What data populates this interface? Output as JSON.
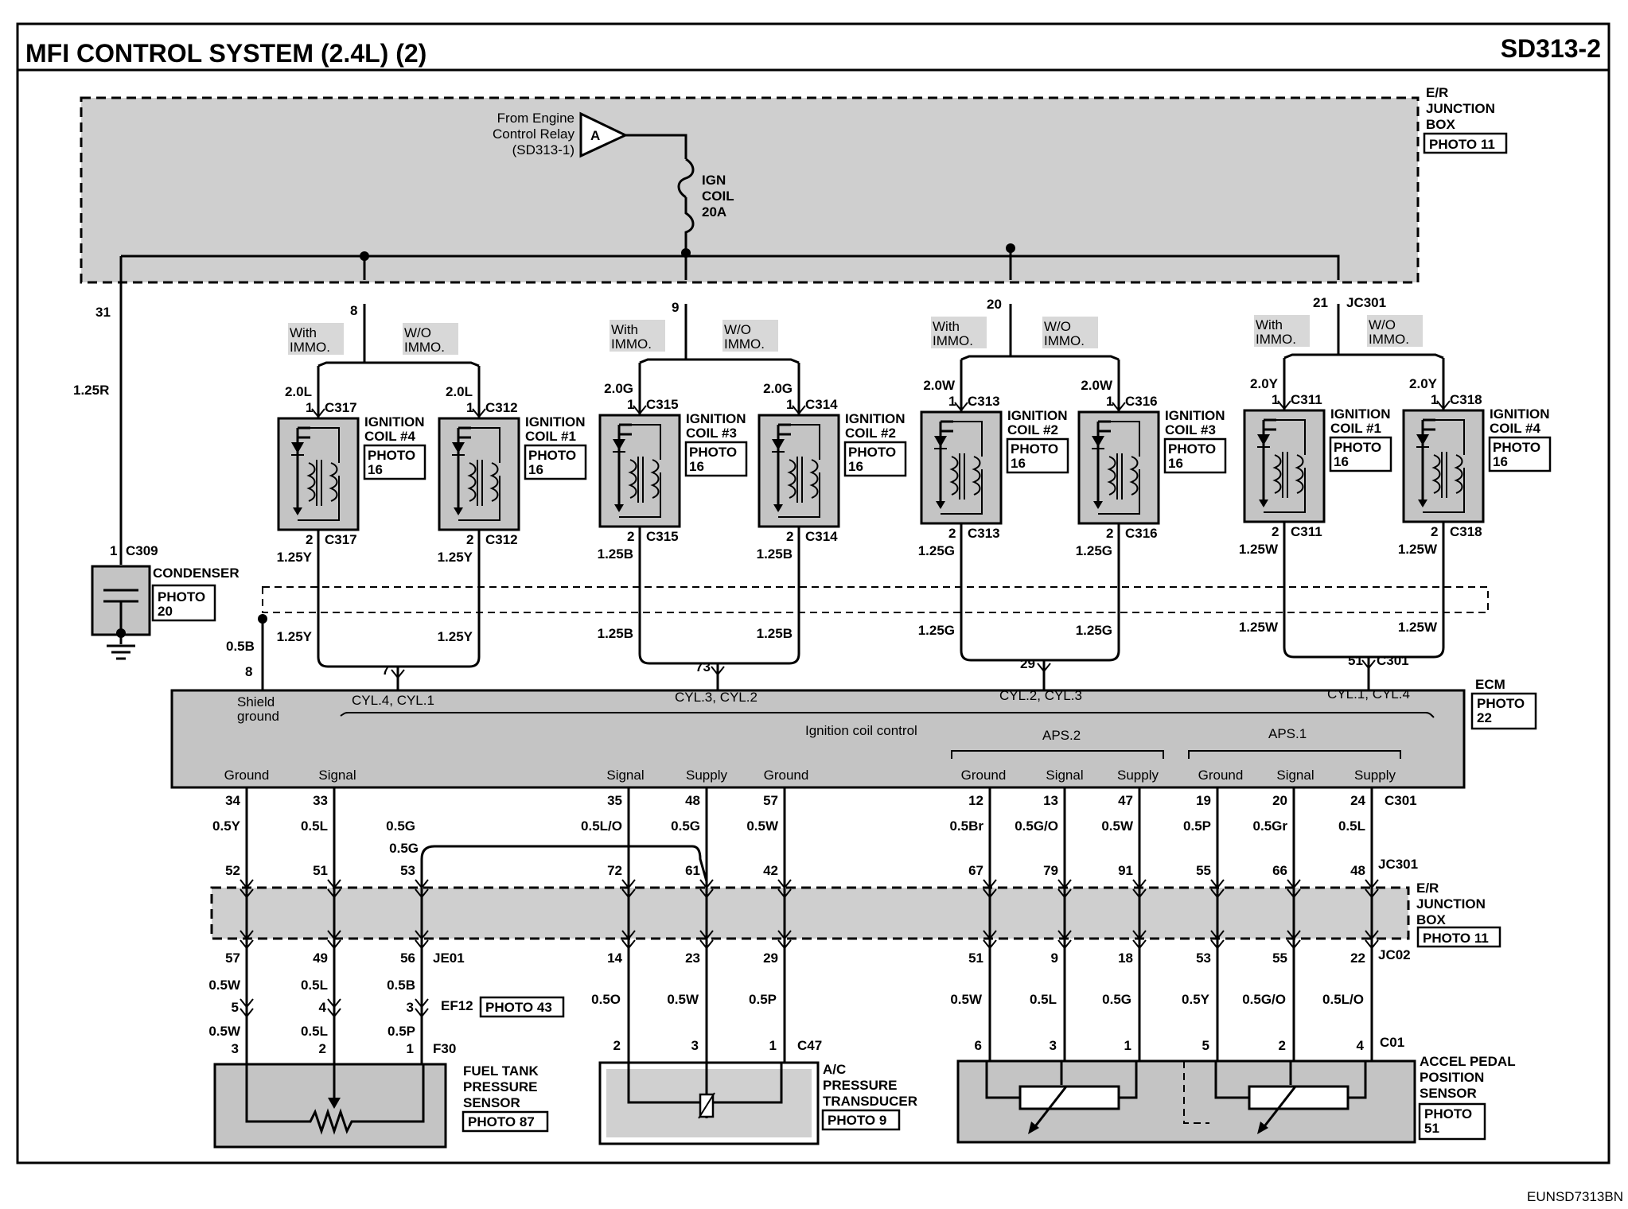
{
  "title": "MFI CONTROL SYSTEM (2.4L) (2)",
  "page_id": "SD313-2",
  "footer_code": "EUNSD7313BN",
  "junction_box_top": {
    "name": [
      "E/R",
      "JUNCTION",
      "BOX"
    ],
    "photo": "PHOTO 11"
  },
  "junction_box_mid": {
    "name": [
      "E/R",
      "JUNCTION",
      "BOX"
    ],
    "photo": "PHOTO 11"
  },
  "from_relay": {
    "lines": [
      "From Engine",
      "Control Relay",
      "(SD313-1)"
    ],
    "tag": "A"
  },
  "fuse": {
    "lines": [
      "IGN",
      "COIL",
      "20A"
    ]
  },
  "jb_pins": [
    "31",
    "8",
    "9",
    "20",
    "21"
  ],
  "jb_connector": "JC301",
  "wire_condenser": "1.25R",
  "condenser": {
    "pin": "1",
    "conn": "C309",
    "name": "CONDENSER",
    "photo": [
      "PHOTO",
      "20"
    ]
  },
  "immo_labels": {
    "with": [
      "With",
      "IMMO."
    ],
    "without": [
      "W/O",
      "IMMO."
    ]
  },
  "coils": [
    {
      "top_wire": "2.0L",
      "top_pin": "1",
      "conn": "C317",
      "name": [
        "IGNITION",
        "COIL #4"
      ],
      "photo": [
        "PHOTO",
        "16"
      ],
      "bot_pin": "2",
      "bot_wire": "1.25Y",
      "low_wire": "1.25Y"
    },
    {
      "top_wire": "2.0L",
      "top_pin": "1",
      "conn": "C312",
      "name": [
        "IGNITION",
        "COIL #1"
      ],
      "photo": [
        "PHOTO",
        "16"
      ],
      "bot_pin": "2",
      "bot_wire": "1.25Y",
      "low_wire": "1.25Y"
    },
    {
      "top_wire": "2.0G",
      "top_pin": "1",
      "conn": "C315",
      "name": [
        "IGNITION",
        "COIL #3"
      ],
      "photo": [
        "PHOTO",
        "16"
      ],
      "bot_pin": "2",
      "bot_wire": "1.25B",
      "low_wire": "1.25B"
    },
    {
      "top_wire": "2.0G",
      "top_pin": "1",
      "conn": "C314",
      "name": [
        "IGNITION",
        "COIL #2"
      ],
      "photo": [
        "PHOTO",
        "16"
      ],
      "bot_pin": "2",
      "bot_wire": "1.25B",
      "low_wire": "1.25B"
    },
    {
      "top_wire": "2.0W",
      "top_pin": "1",
      "conn": "C313",
      "name": [
        "IGNITION",
        "COIL #2"
      ],
      "photo": [
        "PHOTO",
        "16"
      ],
      "bot_pin": "2",
      "bot_wire": "1.25G",
      "low_wire": "1.25G"
    },
    {
      "top_wire": "2.0W",
      "top_pin": "1",
      "conn": "C316",
      "name": [
        "IGNITION",
        "COIL #3"
      ],
      "photo": [
        "PHOTO",
        "16"
      ],
      "bot_pin": "2",
      "bot_wire": "1.25G",
      "low_wire": "1.25G"
    },
    {
      "top_wire": "2.0Y",
      "top_pin": "1",
      "conn": "C311",
      "name": [
        "IGNITION",
        "COIL #1"
      ],
      "photo": [
        "PHOTO",
        "16"
      ],
      "bot_pin": "2",
      "bot_wire": "1.25W",
      "low_wire": "1.25W"
    },
    {
      "top_wire": "2.0Y",
      "top_pin": "1",
      "conn": "C318",
      "name": [
        "IGNITION",
        "COIL #4"
      ],
      "photo": [
        "PHOTO",
        "16"
      ],
      "bot_pin": "2",
      "bot_wire": "1.25W",
      "low_wire": "1.25W"
    }
  ],
  "shield": {
    "wire": "0.5B",
    "pin": "8",
    "label": [
      "Shield",
      "ground"
    ]
  },
  "ecm_top_pins": [
    "7",
    "73",
    "29",
    "51"
  ],
  "ecm_top_conn": "C301",
  "ecm": {
    "name": "ECM",
    "photo": [
      "PHOTO",
      "22"
    ],
    "cyl_groups": [
      "CYL.4, CYL.1",
      "CYL.3, CYL.2",
      "CYL.2, CYL.3",
      "CYL.1, CYL.4"
    ],
    "ignition_label": "Ignition coil control",
    "aps_labels": [
      "APS.2",
      "APS.1"
    ],
    "bottom_labels": [
      "Ground",
      "Signal",
      "Signal",
      "Supply",
      "Ground",
      "Ground",
      "Signal",
      "Supply",
      "Ground",
      "Signal",
      "Supply"
    ]
  },
  "lower_conn_c301": "C301",
  "lower_conn_jc301": "JC301",
  "lower_conn_je01": "JE01",
  "lower_conn_jc02": "JC02",
  "lower_columns": [
    {
      "ecm_pin": "34",
      "w1": "0.5Y",
      "jb_top": "52",
      "jb_bot": "57",
      "w2": "0.5W",
      "ef_pin": "5",
      "w3": "0.5W",
      "end_pin": "3"
    },
    {
      "ecm_pin": "33",
      "w1": "0.5L",
      "jb_top": "51",
      "jb_bot": "49",
      "w2": "0.5L",
      "ef_pin": "4",
      "w3": "0.5L",
      "end_pin": "2"
    },
    {
      "ecm_pin": "",
      "w1": "0.5G",
      "jb_top": "53",
      "jb_bot": "56",
      "w2": "0.5B",
      "ef_pin": "3",
      "w3": "0.5P",
      "end_pin": "1"
    },
    {
      "ecm_pin": "35",
      "w1": "0.5L/O",
      "jb_top": "72",
      "jb_bot": "14",
      "w2": "0.5O",
      "end_pin": "2"
    },
    {
      "ecm_pin": "48",
      "w1": "0.5G",
      "jb_top": "61",
      "jb_bot": "23",
      "w2": "0.5W",
      "end_pin": "3"
    },
    {
      "ecm_pin": "57",
      "w1": "0.5W",
      "jb_top": "42",
      "jb_bot": "29",
      "w2": "0.5P",
      "end_pin": "1"
    },
    {
      "ecm_pin": "12",
      "w1": "0.5Br",
      "jb_top": "67",
      "jb_bot": "51",
      "w2": "0.5W",
      "end_pin": "6"
    },
    {
      "ecm_pin": "13",
      "w1": "0.5G/O",
      "jb_top": "79",
      "jb_bot": "9",
      "w2": "0.5L",
      "end_pin": "3"
    },
    {
      "ecm_pin": "47",
      "w1": "0.5W",
      "jb_top": "91",
      "jb_bot": "18",
      "w2": "0.5G",
      "end_pin": "1"
    },
    {
      "ecm_pin": "19",
      "w1": "0.5P",
      "jb_top": "55",
      "jb_bot": "53",
      "w2": "0.5Y",
      "end_pin": "5"
    },
    {
      "ecm_pin": "20",
      "w1": "0.5Gr",
      "jb_top": "66",
      "jb_bot": "55",
      "w2": "0.5G/O",
      "end_pin": "2"
    },
    {
      "ecm_pin": "24",
      "w1": "0.5L",
      "jb_top": "48",
      "jb_bot": "22",
      "w2": "0.5L/O",
      "end_pin": "4"
    }
  ],
  "ef12": {
    "conn": "EF12",
    "photo": "PHOTO 43"
  },
  "f30": "F30",
  "c47": "C47",
  "c01": "C01",
  "fuel_sensor": {
    "name": [
      "FUEL TANK",
      "PRESSURE",
      "SENSOR"
    ],
    "photo": "PHOTO 87"
  },
  "ac_sensor": {
    "name": [
      "A/C",
      "PRESSURE",
      "TRANSDUCER"
    ],
    "photo": "PHOTO 9"
  },
  "aps_sensor": {
    "name": [
      "ACCEL PEDAL",
      "POSITION",
      "SENSOR"
    ],
    "photo": [
      "PHOTO",
      "51"
    ]
  }
}
